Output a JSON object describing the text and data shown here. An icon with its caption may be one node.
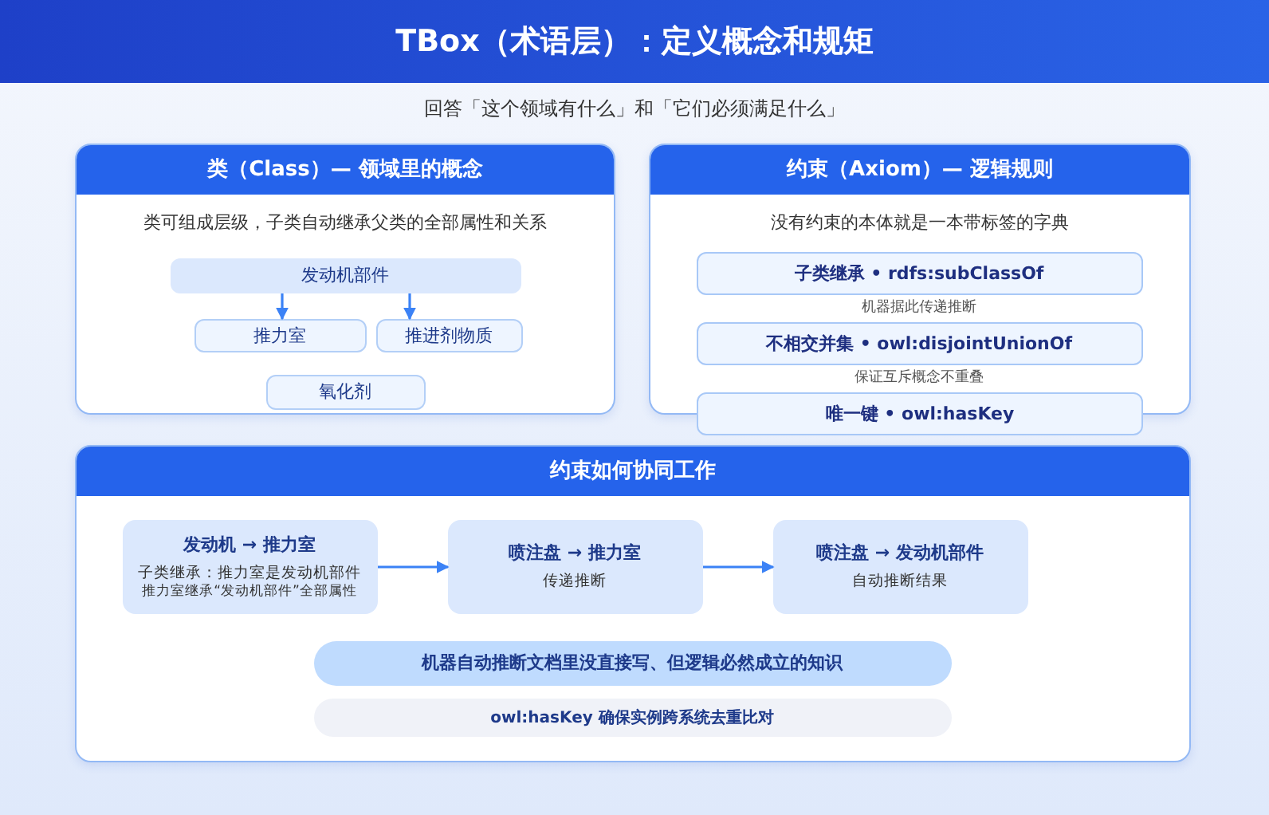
{
  "diagram": {
    "title": "TBox（术语层）：定义概念和规矩",
    "nodes": [
      {
        "text": [
          "类（Class）— 领域里的概念",
          "类可组成层级，子类自动继承父类的全部属性和关系"
        ]
      },
      {
        "text": [
          "发动机部件"
        ],
        "in": 0
      },
      {
        "text": [
          "推力室"
        ],
        "in": 0
      },
      {
        "text": [
          "推进剂物质"
        ],
        "in": 0
      },
      {
        "text": [
          "氧化剂"
        ],
        "in": 0
      },
      {
        "text": [
          "约束（Axiom）— 逻辑规则",
          "没有约束的本体就是一本带标签的字典"
        ]
      },
      {
        "text": [
          "子类继承 • rdfs:subClassOf"
        ],
        "in": 5,
        "beside": [
          "机器据此传递推断"
        ]
      },
      {
        "text": [
          "不相交并集 • owl:disjointUnionOf"
        ],
        "in": 5,
        "beside": [
          "保证互斥概念不重叠"
        ]
      },
      {
        "text": [
          "唯一键 • owl:hasKey"
        ]
      },
      {
        "text": [
          "约束如何协同工作"
        ]
      },
      {
        "text": [
          "发动机 → 推力室",
          "子类继承：推力室是发动机部件",
          "推力室继承“发动机部件”全部属性"
        ],
        "in": 9
      },
      {
        "text": [
          "喷注盘 → 推力室",
          "传递推断"
        ],
        "in": 9
      },
      {
        "text": [
          "喷注盘 → 发动机部件",
          "自动推断结果"
        ],
        "in": 9
      },
      {
        "text": [
          "机器自动推断文档里没直接写、但逻辑必然成立的知识"
        ],
        "in": 9
      },
      {
        "text": [
          "owl:hasKey 确保实例跨系统去重比对"
        ],
        "in": 9
      }
    ],
    "edges": [
      {
        "from": 1,
        "to": 2,
        "arrow": "to"
      },
      {
        "from": 1,
        "to": 3,
        "arrow": "to"
      },
      {
        "from": 10,
        "to": 11,
        "arrow": "to"
      },
      {
        "from": 11,
        "to": 12,
        "arrow": "to"
      }
    ],
    "labels": [
      "回答「这个领域有什么」和「它们必须满足什么」"
    ]
  }
}
